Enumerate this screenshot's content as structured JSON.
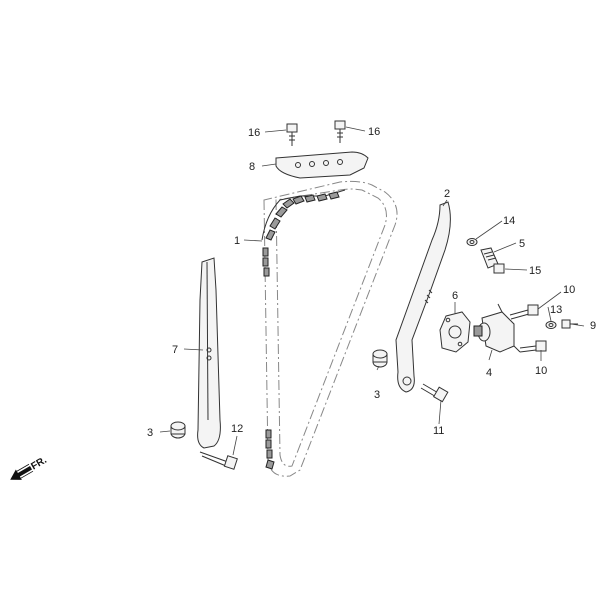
{
  "direction_label": "FR.",
  "callouts": {
    "p1": "1",
    "p2": "2",
    "p3a": "3",
    "p3b": "3",
    "p4": "4",
    "p5": "5",
    "p6": "6",
    "p7": "7",
    "p8": "8",
    "p9": "9",
    "p10a": "10",
    "p10b": "10",
    "p11": "11",
    "p12": "12",
    "p13": "13",
    "p14": "14",
    "p15": "15",
    "p16a": "16",
    "p16b": "16"
  }
}
